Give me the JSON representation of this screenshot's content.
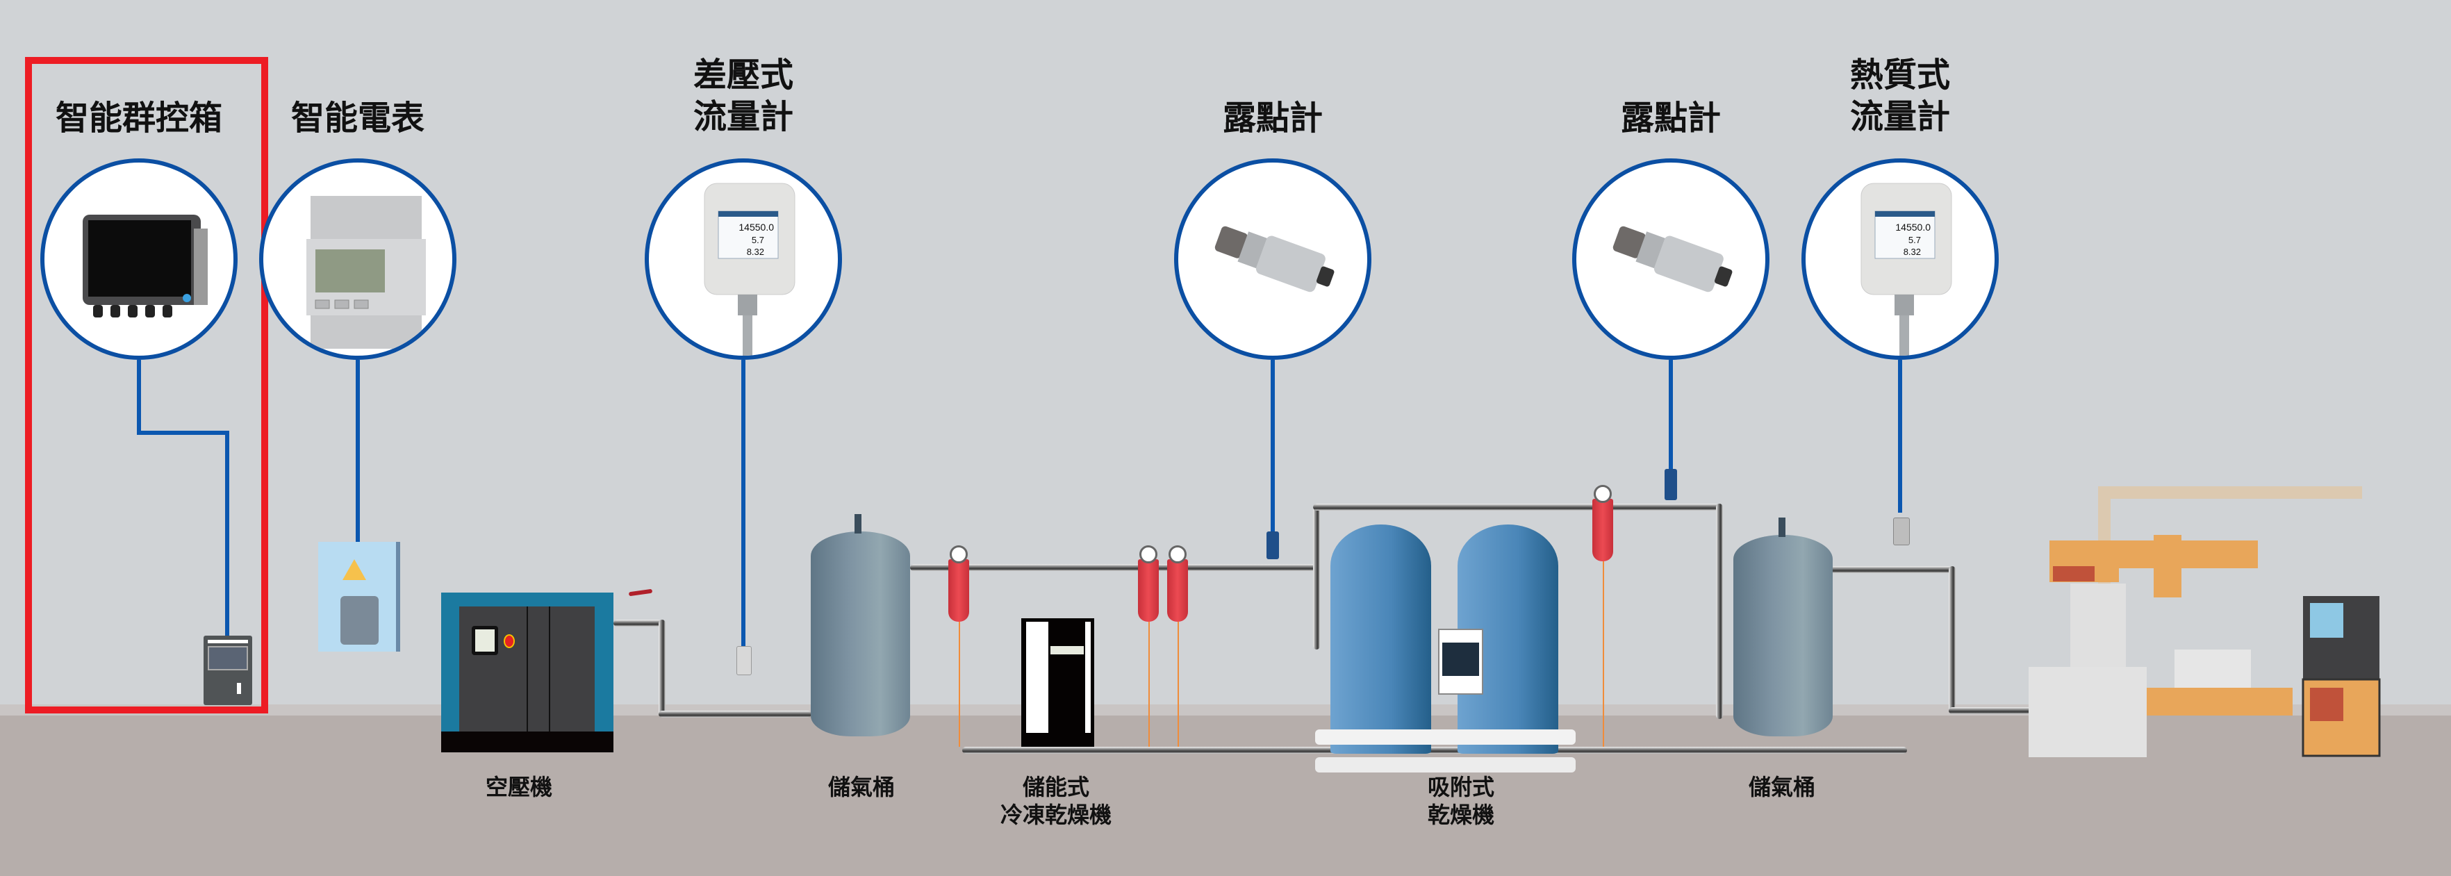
{
  "diagram": {
    "title": "Compressed air system monitoring diagram",
    "top_devices": [
      {
        "id": "smart-control-box",
        "label": "智能群控箱",
        "highlighted": true
      },
      {
        "id": "smart-meter",
        "label": "智能電表"
      },
      {
        "id": "differential-pressure-flowmeter",
        "label": "差壓式\n流量計"
      },
      {
        "id": "dew-point-meter-1",
        "label": "露點計"
      },
      {
        "id": "dew-point-meter-2",
        "label": "露點計"
      },
      {
        "id": "thermal-mass-flowmeter",
        "label": "熱質式\n流量計"
      }
    ],
    "flowmeter_display": {
      "flow": "14550.0",
      "velocity": "5.7",
      "pressure": "8.32"
    },
    "equipment": [
      {
        "id": "air-compressor",
        "label": "空壓機"
      },
      {
        "id": "air-tank-1",
        "label": "儲氣桶"
      },
      {
        "id": "refrigerated-dryer",
        "label": "儲能式\n冷凍乾燥機"
      },
      {
        "id": "adsorption-dryer",
        "label": "吸附式\n乾燥機"
      },
      {
        "id": "air-tank-2",
        "label": "儲氣桶"
      }
    ],
    "colors": {
      "wire": "#0b57b0",
      "circle_border": "#0b4fa3",
      "highlight_box": "#ed1c24",
      "wall": "#d0d3d6",
      "floor": "#b6aeab",
      "filter": "#e8434b",
      "compressor_teal": "#1b7aa0",
      "tank_grey": "#7a909f",
      "dryer_blue": "#4a86b8",
      "machine_orange": "#e8a65a"
    }
  }
}
